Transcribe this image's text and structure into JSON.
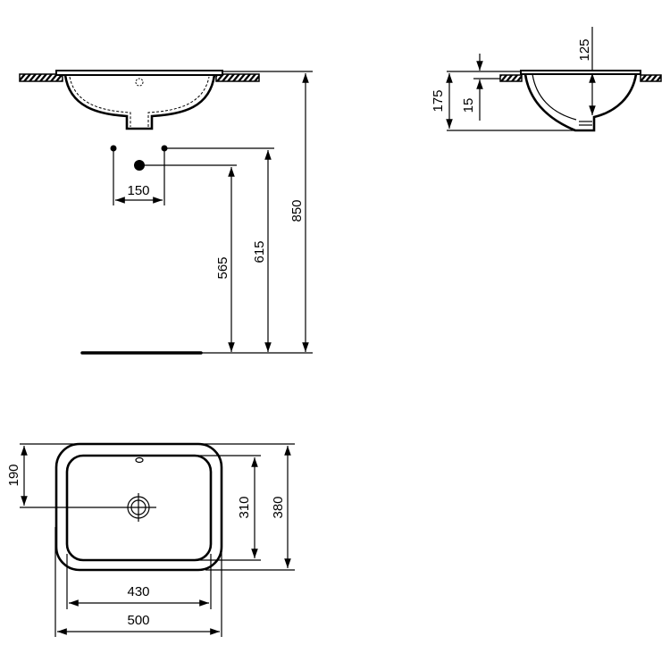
{
  "front_view": {
    "dims": {
      "d150": "150",
      "d565": "565",
      "d615": "615",
      "d850": "850"
    }
  },
  "side_view": {
    "dims": {
      "d175": "175",
      "d15": "15",
      "d125": "125"
    }
  },
  "plan_view": {
    "dims": {
      "d190": "190",
      "d310": "310",
      "d380": "380",
      "d430": "430",
      "d500": "500"
    }
  }
}
